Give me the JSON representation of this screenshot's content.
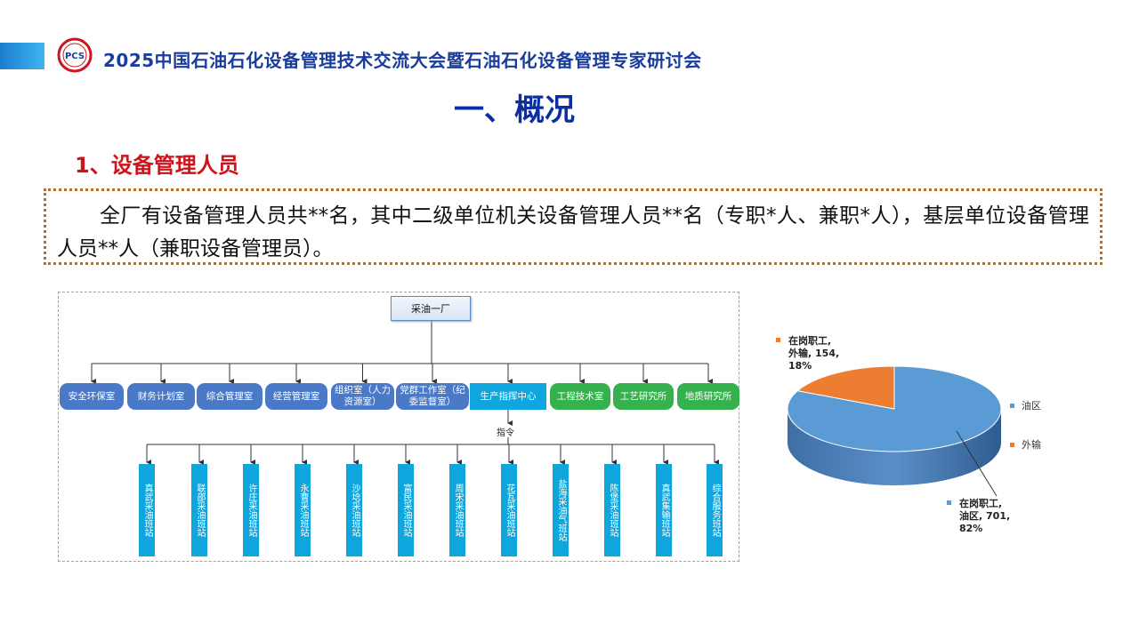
{
  "header": {
    "conference_title": "2025中国石油石化设备管理技术交流大会暨石油石化设备管理专家研讨会",
    "logo_text": "PCS"
  },
  "section_title": "一、概况",
  "sub_title": "1、设备管理人员",
  "note": {
    "text": "全厂有设备管理人员共**名，其中二级单位机关设备管理人员**名（专职*人、兼职*人），基层单位设备管理人员**人（兼职设备管理员）。"
  },
  "org_chart": {
    "root": "采油一厂",
    "departments": [
      {
        "label": "安全环保室",
        "style": "blue"
      },
      {
        "label": "财务计划室",
        "style": "blue"
      },
      {
        "label": "综合管理室",
        "style": "blue"
      },
      {
        "label": "经营管理室",
        "style": "blue"
      },
      {
        "label": "组织室（人力资源室）",
        "style": "blue"
      },
      {
        "label": "党群工作室（纪委监督室）",
        "style": "blue"
      },
      {
        "label": "生产指挥中心",
        "style": "center"
      },
      {
        "label": "工程技术室",
        "style": "green"
      },
      {
        "label": "工艺研究所",
        "style": "green"
      },
      {
        "label": "地质研究所",
        "style": "green"
      }
    ],
    "command_label": "指令",
    "stations": [
      "真武采油班站",
      "联邵采油班站",
      "许庄采油班站",
      "永曹采油班站",
      "沙埝采油班站",
      "富民采油班站",
      "周宋采油班站",
      "花瓦采油班站",
      "盐海采油气班站",
      "陈堡采油班站",
      "真武集输班站",
      "综合服务班站"
    ]
  },
  "chart_data": {
    "type": "pie",
    "style": "3d",
    "categories": [
      "油区",
      "外输"
    ],
    "series": [
      {
        "values": [
          701,
          154
        ]
      }
    ],
    "percentages": [
      82,
      18
    ],
    "colors": [
      "#5b9bd5",
      "#ed7d31"
    ],
    "data_labels": [
      {
        "line1": "在岗职工,",
        "line2": "油区, 701,",
        "line3": "82%"
      },
      {
        "line1": "在岗职工,",
        "line2": "外输, 154,",
        "line3": "18%"
      }
    ],
    "legend": [
      "油区",
      "外输"
    ],
    "legend_position": "right"
  }
}
